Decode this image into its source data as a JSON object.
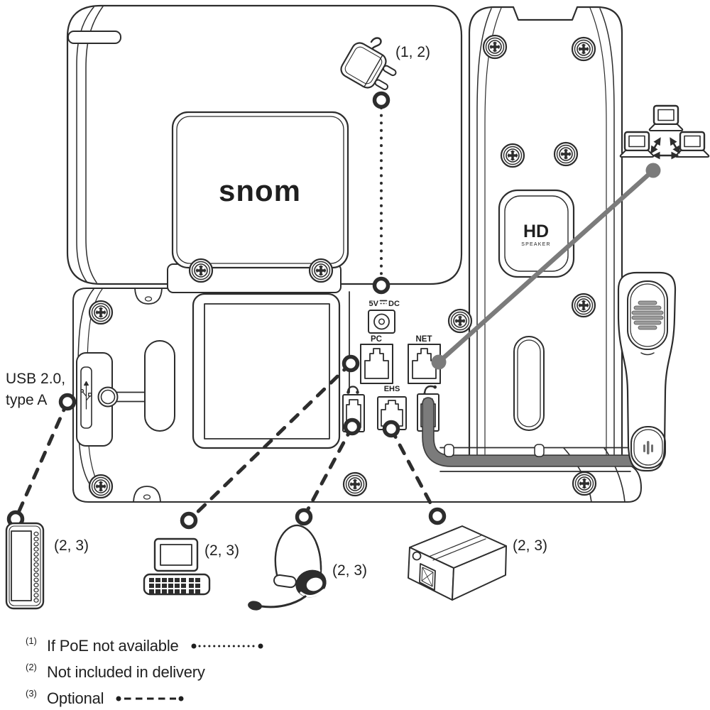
{
  "diagram": {
    "brand_logo": "snom",
    "power_adapter_label": "(1, 2)",
    "usb_label_line1": "USB 2.0,",
    "usb_label_line2": "type A",
    "ports": {
      "dc_prefix": "5V",
      "dc_suffix": "DC",
      "pc": "PC",
      "net": "NET",
      "ehs": "EHS"
    },
    "hd_speaker": {
      "title": "HD",
      "subtitle": "SPEAKER"
    },
    "accessories": {
      "expansion_module_label": "(2, 3)",
      "computer_label": "(2, 3)",
      "headset_label": "(2, 3)",
      "poe_injector_label": "(2, 3)"
    }
  },
  "legend": {
    "items": [
      {
        "marker": "(1)",
        "text": "If PoE not available",
        "line_style": "dotted"
      },
      {
        "marker": "(2)",
        "text": "Not included in delivery",
        "line_style": "none"
      },
      {
        "marker": "(3)",
        "text": "Optional",
        "line_style": "dashed"
      }
    ]
  },
  "colors": {
    "line": "#2d2d2d",
    "cable": "#7b7b7b"
  }
}
